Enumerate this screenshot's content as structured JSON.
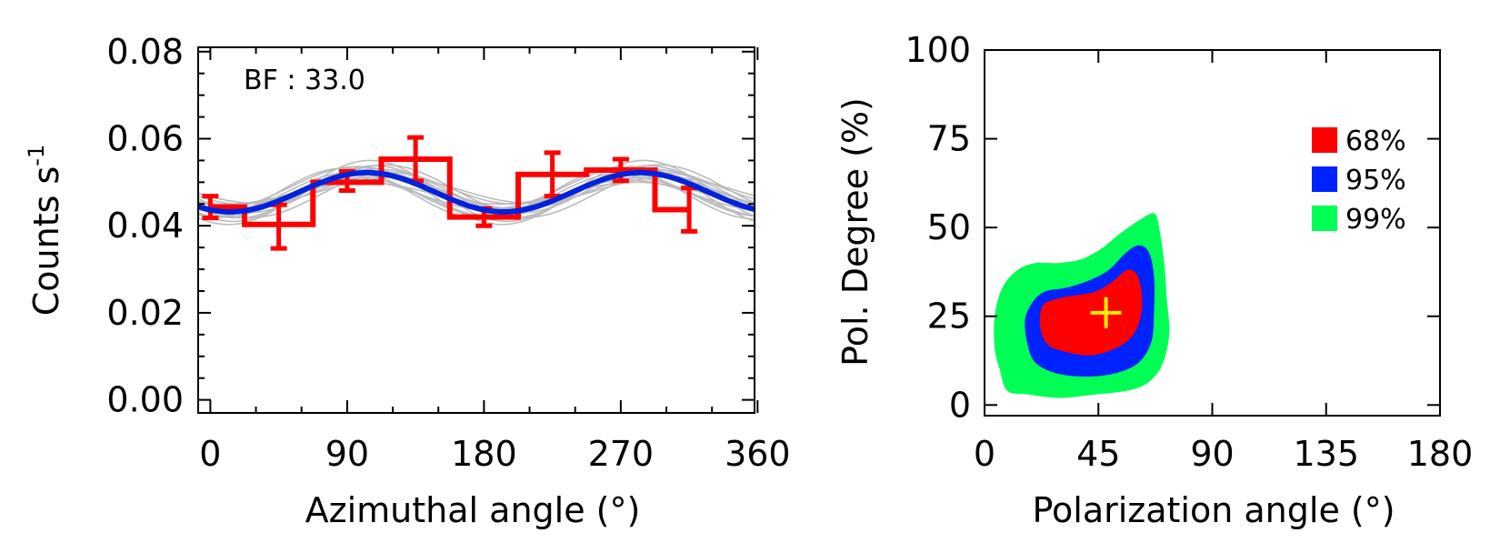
{
  "chart_data": [
    {
      "type": "line",
      "panel": "left",
      "xlabel": "Azimuthal angle (°)",
      "ylabel": "Counts s",
      "ylabel_superscript": "-1",
      "annotation": "BF : 33.0",
      "xlim": [
        -8,
        358
      ],
      "ylim": [
        -0.003,
        0.081
      ],
      "xticks": [
        0,
        90,
        180,
        270,
        360
      ],
      "xtick_labels": [
        "0",
        "90",
        "180",
        "270",
        "360"
      ],
      "yticks": [
        0.0,
        0.02,
        0.04,
        0.06,
        0.08
      ],
      "ytick_labels": [
        "0.00",
        "0.02",
        "0.04",
        "0.06",
        "0.08"
      ],
      "grid": false,
      "histogram": {
        "color": "#ff0000",
        "bin_edges": [
          0,
          22.5,
          67.5,
          112.5,
          157.5,
          202.5,
          247.5,
          292.5,
          315
        ],
        "values": [
          0.0443,
          0.0403,
          0.05,
          0.0553,
          0.042,
          0.0518,
          0.0528,
          0.0437
        ],
        "errorbars": [
          {
            "x": 0,
            "y": 0.0443,
            "err": 0.0025
          },
          {
            "x": 45,
            "y": 0.0398,
            "err": 0.005
          },
          {
            "x": 90,
            "y": 0.0503,
            "err": 0.0022
          },
          {
            "x": 135,
            "y": 0.0553,
            "err": 0.005
          },
          {
            "x": 180,
            "y": 0.042,
            "err": 0.002
          },
          {
            "x": 225,
            "y": 0.0518,
            "err": 0.005
          },
          {
            "x": 270,
            "y": 0.0528,
            "err": 0.0025
          },
          {
            "x": 315,
            "y": 0.0437,
            "err": 0.005
          }
        ]
      },
      "best_fit": {
        "color": "#0022dd",
        "model": "A + B*cos(2*(x - phi))",
        "A": 0.0477,
        "B": 0.0045,
        "phi": 103
      },
      "samples": {
        "color": "#bbbbbb",
        "curves": [
          {
            "A": 0.0478,
            "B": 0.006,
            "phi": 108
          },
          {
            "A": 0.047,
            "B": 0.0035,
            "phi": 95
          },
          {
            "A": 0.0485,
            "B": 0.0055,
            "phi": 115
          },
          {
            "A": 0.0475,
            "B": 0.0025,
            "phi": 100
          },
          {
            "A": 0.048,
            "B": 0.007,
            "phi": 105
          },
          {
            "A": 0.0465,
            "B": 0.0045,
            "phi": 98
          },
          {
            "A": 0.049,
            "B": 0.004,
            "phi": 110
          },
          {
            "A": 0.0472,
            "B": 0.005,
            "phi": 92
          },
          {
            "A": 0.0482,
            "B": 0.003,
            "phi": 120
          },
          {
            "A": 0.0468,
            "B": 0.0065,
            "phi": 102
          },
          {
            "A": 0.0488,
            "B": 0.0048,
            "phi": 97
          },
          {
            "A": 0.0476,
            "B": 0.0038,
            "phi": 112
          },
          {
            "A": 0.0474,
            "B": 0.0058,
            "phi": 88
          },
          {
            "A": 0.0483,
            "B": 0.0042,
            "phi": 106
          },
          {
            "A": 0.0471,
            "B": 0.0052,
            "phi": 117
          }
        ]
      }
    },
    {
      "type": "contour",
      "panel": "right",
      "xlabel": "Polarization angle (°)",
      "ylabel": "Pol. Degree (%)",
      "xlim": [
        0,
        180
      ],
      "ylim": [
        -3,
        100
      ],
      "xticks": [
        0,
        45,
        90,
        135,
        180
      ],
      "xtick_labels": [
        "0",
        "45",
        "90",
        "135",
        "180"
      ],
      "yticks": [
        0,
        25,
        50,
        75,
        100
      ],
      "ytick_labels": [
        "0",
        "25",
        "50",
        "75",
        "100"
      ],
      "grid": false,
      "legend_position": "top-right",
      "legend": [
        {
          "label": "68%",
          "color": "#ff0000"
        },
        {
          "label": "95%",
          "color": "#0022ff"
        },
        {
          "label": "99%",
          "color": "#00ff55"
        }
      ],
      "best_fit_marker": {
        "x": 48,
        "y": 26,
        "color": "#ffee00",
        "shape": "plus"
      },
      "contours": [
        {
          "level": "99%",
          "color": "#00ff55",
          "points": [
            [
              6,
              10
            ],
            [
              9,
              4
            ],
            [
              17,
              3
            ],
            [
              30,
              2
            ],
            [
              44,
              3
            ],
            [
              56,
              4
            ],
            [
              64,
              6
            ],
            [
              70,
              11
            ],
            [
              73,
              20
            ],
            [
              72,
              30
            ],
            [
              71,
              40
            ],
            [
              69,
              50
            ],
            [
              67,
              54
            ],
            [
              61,
              52
            ],
            [
              53,
              48
            ],
            [
              46,
              44
            ],
            [
              38,
              41
            ],
            [
              29,
              40
            ],
            [
              20,
              40
            ],
            [
              13,
              38
            ],
            [
              7,
              33
            ],
            [
              4,
              25
            ],
            [
              4,
              16
            ]
          ]
        },
        {
          "level": "95%",
          "color": "#0022ff",
          "points": [
            [
              17,
              17
            ],
            [
              20,
              12
            ],
            [
              28,
              9
            ],
            [
              40,
              8
            ],
            [
              52,
              9
            ],
            [
              61,
              12
            ],
            [
              66,
              18
            ],
            [
              67,
              27
            ],
            [
              67,
              36
            ],
            [
              65,
              43
            ],
            [
              61,
              45
            ],
            [
              56,
              43
            ],
            [
              49,
              38
            ],
            [
              41,
              35
            ],
            [
              32,
              33
            ],
            [
              24,
              32
            ],
            [
              19,
              29
            ],
            [
              16,
              24
            ]
          ]
        },
        {
          "level": "68%",
          "color": "#ff0000",
          "points": [
            [
              22,
              22
            ],
            [
              25,
              17
            ],
            [
              32,
              15
            ],
            [
              42,
              14
            ],
            [
              52,
              16
            ],
            [
              59,
              20
            ],
            [
              62,
              26
            ],
            [
              62,
              32
            ],
            [
              60,
              37
            ],
            [
              56,
              38
            ],
            [
              51,
              35
            ],
            [
              44,
              32
            ],
            [
              37,
              31
            ],
            [
              29,
              30
            ],
            [
              23,
              28
            ]
          ]
        }
      ]
    }
  ]
}
